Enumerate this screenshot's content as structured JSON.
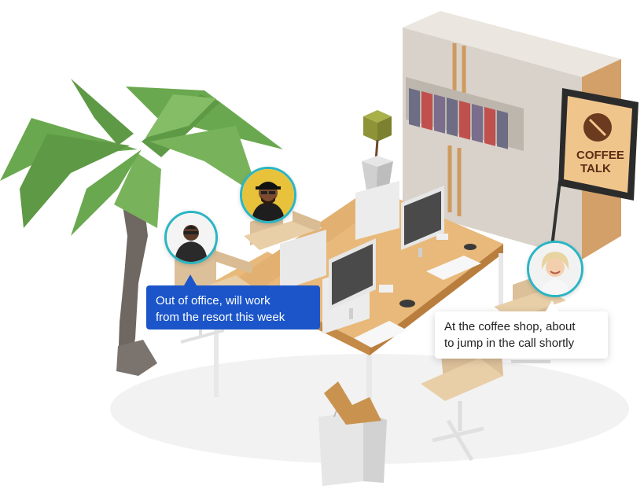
{
  "messages": {
    "out_of_office": {
      "line1": "Out of office, will work",
      "line2": "from the resort this week"
    },
    "coffee_shop": {
      "line1": "At the coffee shop, about",
      "line2": "to jump in the call shortly"
    }
  },
  "sign": {
    "line1": "COFFEE",
    "line2": "TALK"
  },
  "colors": {
    "accent_ring": "#2bb5c4",
    "bubble_blue": "#1b55c9",
    "desk_top": "#e8b97a",
    "palm_leaf": "#6aa84f",
    "cabinet": "#d8d2ca"
  },
  "icons": [
    "palm-tree",
    "desk",
    "monitor",
    "chair",
    "cabinet",
    "binder",
    "plant-pot",
    "shopping-bag",
    "coffee-sign",
    "avatar"
  ]
}
